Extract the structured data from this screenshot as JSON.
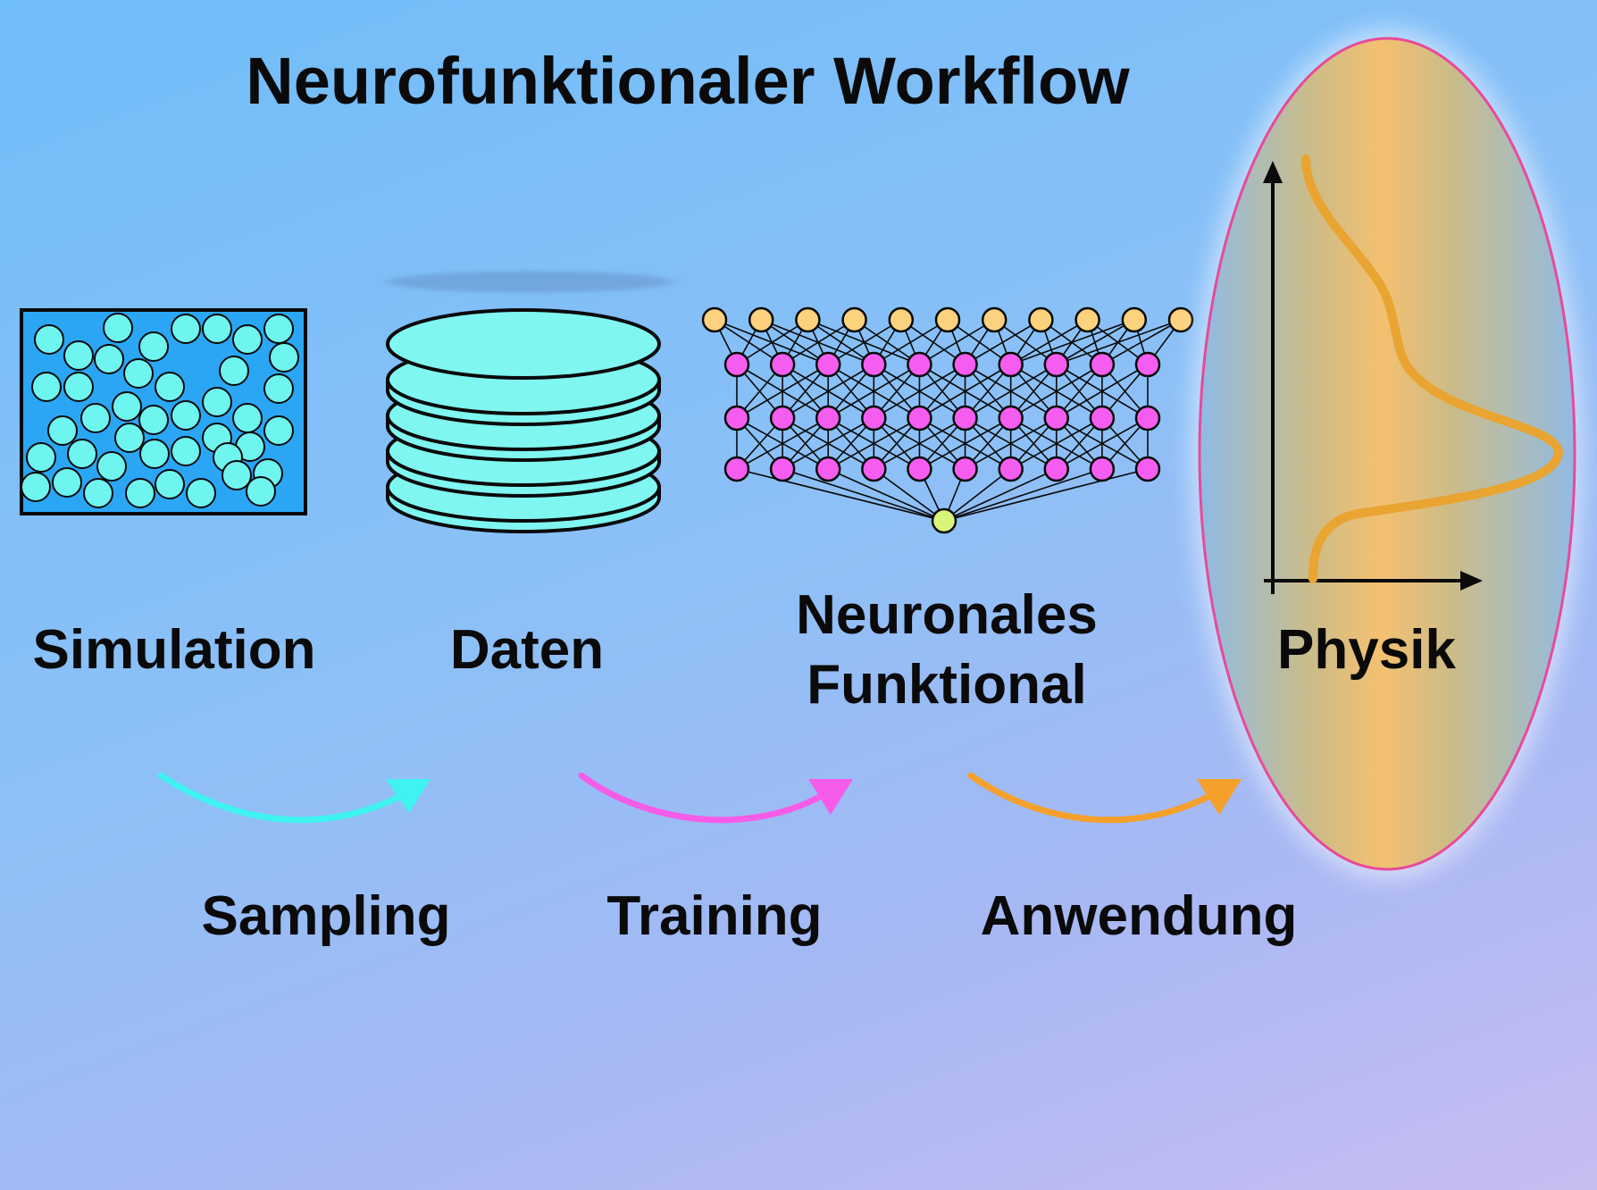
{
  "title": "Neurofunktionaler Workflow",
  "stages": {
    "simulation": "Simulation",
    "daten": "Daten",
    "neuronales_line1": "Neuronales",
    "neuronales_line2": "Funktional",
    "physik": "Physik"
  },
  "transitions": {
    "sampling": "Sampling",
    "training": "Training",
    "anwendung": "Anwendung"
  },
  "colors": {
    "particle": "#6ff5f0",
    "box": "#2aa6f5",
    "disk": "#7ff7f0",
    "nn_input": "#fdd27e",
    "nn_hidden": "#f55df0",
    "nn_output": "#d8f57a",
    "curve": "#e9a431",
    "ellipse_border": "#e84a9a",
    "arrow_sampling": "#3ef3f0",
    "arrow_training": "#f65ce8",
    "arrow_anwendung": "#f5a02a"
  },
  "icons": [
    "particle-box-icon",
    "database-stack-icon",
    "neural-network-icon",
    "density-profile-icon"
  ]
}
